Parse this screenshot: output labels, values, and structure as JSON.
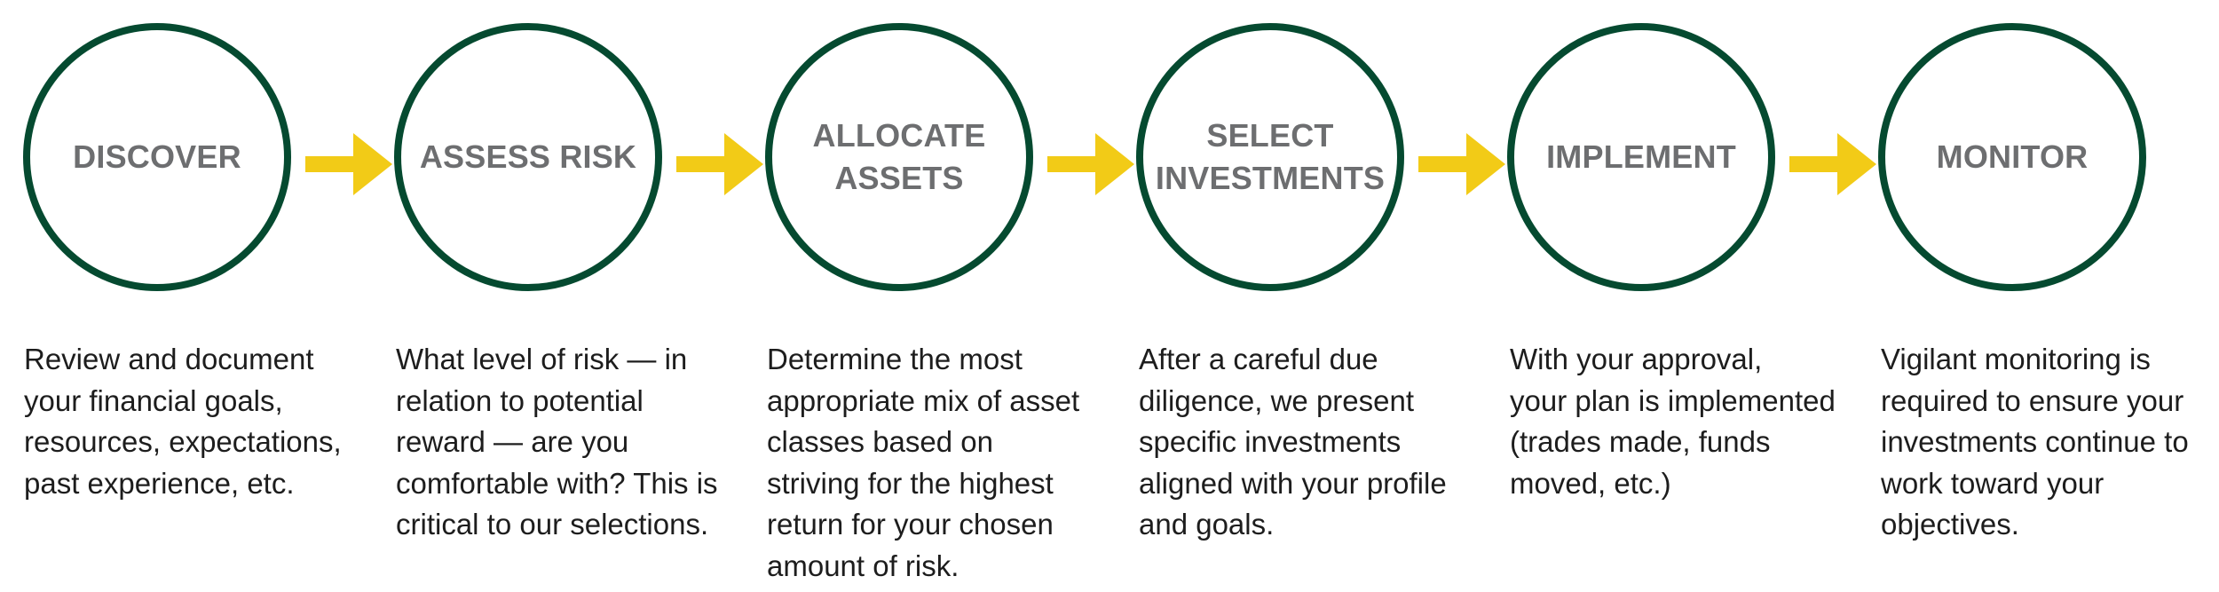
{
  "colors": {
    "circle_border": "#054a30",
    "title_text": "#6d6e70",
    "arrow_fill": "#f2cb17",
    "description_text": "#1d1d1d"
  },
  "steps": [
    {
      "title": "DISCOVER",
      "description": "Review and document\nyour financial goals,\nresources, expectations,\npast experience, etc."
    },
    {
      "title": "ASSESS RISK",
      "description": "What level of risk — in\nrelation to potential\nreward — are you\ncomfortable with? This is\ncritical to our selections."
    },
    {
      "title": "ALLOCATE\nASSETS",
      "description": "Determine the most\nappropriate mix of asset\nclasses based on\nstriving for the highest\nreturn for your chosen\namount of risk."
    },
    {
      "title": "SELECT\nINVESTMENTS",
      "description": "After a careful due\ndiligence, we present\nspecific investments\naligned with your profile\nand goals."
    },
    {
      "title": "IMPLEMENT",
      "description": "With your approval,\nyour plan is implemented\n(trades made, funds\nmoved, etc.)"
    },
    {
      "title": "MONITOR",
      "description": "Vigilant monitoring is\nrequired to ensure your\ninvestments continue to\nwork toward your\nobjectives."
    }
  ]
}
